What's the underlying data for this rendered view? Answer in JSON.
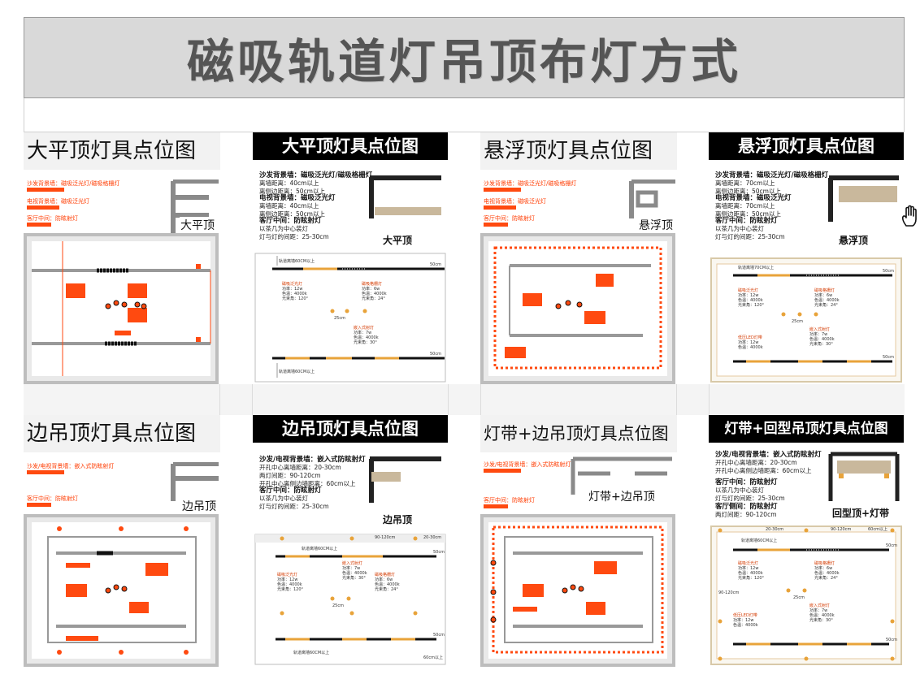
{
  "main_title": "磁吸轨道灯吊顶布灯方式",
  "colors": {
    "orange": "#ff4a10",
    "gold": "#e8a33a",
    "dark": "#1a1a1a",
    "gray": "#9a9a9a",
    "tan": "#c9b89c"
  },
  "panels": {
    "p1": {
      "title": "大平顶灯具点位图",
      "line1": "沙发背景墙：磁吸泛光灯/磁吸格栅灯",
      "line2": "电视背景墙：磁吸泛光灯",
      "line3": "客厅中间：防眩射灯",
      "ceiling": "大平顶"
    },
    "p2": {
      "title": "大平顶灯具点位图",
      "s1h": "沙发背景墙：磁吸泛光灯/磁吸格栅灯",
      "s1a": "离墙距离：40cm以上",
      "s1b": "离侧边距离：50cm以上",
      "s2h": "电视背景墙：磁吸泛光灯",
      "s2a": "离墙距离：40cm以上",
      "s2b": "离侧边距离：50cm以上",
      "s3h": "客厅中间：防眩射灯",
      "s3a": "以茶几为中心装灯",
      "s3b": "灯与灯的间距：25-30cm",
      "ceiling": "大平顶",
      "d1": "轨道离墙60CM以上",
      "d2": "轨道离墙60CM以上",
      "w50a": "50cm",
      "w50b": "50cm",
      "w25": "25cm",
      "la": "磁吸泛光灯",
      "laa": "功率：12w",
      "lab": "色温：4000k",
      "lac": "光束角：120°",
      "lb": "磁吸格栅灯",
      "lba": "功率：6w",
      "lbb": "色温：4000k",
      "lbc": "光束角：24°",
      "lc": "嵌入式射灯",
      "lca": "功率：7w",
      "lcb": "色温：4000k",
      "lcc": "光束角：30°"
    },
    "p3": {
      "title": "悬浮顶灯具点位图",
      "line1": "沙发背景墙：磁吸泛光灯/磁吸格栅灯",
      "line2": "电视背景墙：磁吸泛光灯",
      "line3": "客厅中间：防眩射灯",
      "ceiling": "悬浮顶"
    },
    "p4": {
      "title": "悬浮顶灯具点位图",
      "s1h": "沙发背景墙：磁吸泛光灯/磁吸格栅灯",
      "s1a": "离墙距离：70cm以上",
      "s1b": "离侧边距离：50cm以上",
      "s2h": "电视背景墙：磁吸泛光灯",
      "s2a": "离墙距离：70cm以上",
      "s2b": "离侧边距离：50cm以上",
      "s3h": "客厅中间：防眩射灯",
      "s3a": "以茶几为中心装灯",
      "s3b": "灯与灯的间距：25-30cm",
      "ceiling": "悬浮顶",
      "d1": "轨道离墙70CM以上",
      "w50a": "50cm",
      "w50b": "50cm",
      "w25": "25cm",
      "la": "磁吸泛光灯",
      "laa": "功率：12w",
      "lab": "色温：4000k",
      "lac": "光束角：120°",
      "lb": "磁吸格栅灯",
      "lba": "功率：6w",
      "lbb": "色温：4000k",
      "lbc": "光束角：24°",
      "lc": "嵌入式射灯",
      "lca": "功率：7w",
      "lcb": "色温：4000k",
      "lcc": "光束角：30°",
      "ld": "低压LED灯带",
      "lda": "功率：12w",
      "ldb": "色温：4000k"
    },
    "p5": {
      "title": "边吊顶灯具点位图",
      "line1": "沙发/电视背景墙：嵌入式防眩射灯",
      "line2": "客厅中间：防眩射灯",
      "ceiling": "边吊顶"
    },
    "p6": {
      "title": "边吊顶灯具点位图",
      "s1h": "沙发/电视背景墙：嵌入式防眩射灯",
      "s1a": "开孔中心离墙距离：20-30cm",
      "s1b": "两灯间距：90-120cm",
      "s1c": "开孔中心离侧边墙距离：60cm以上",
      "s3h": "客厅中间：防眩射灯",
      "s3a": "以茶几为中心装灯",
      "s3b": "灯与灯的间距：25-30cm",
      "ceiling": "边吊顶",
      "d1": "轨道离墙60CM以上",
      "d2": "轨道离墙60CM以上",
      "w90": "90-120cm",
      "w2030": "20-30cm",
      "w50a": "50cm",
      "w50b": "50cm",
      "w25": "25cm",
      "w60": "60cm以上",
      "la": "磁吸泛光灯",
      "laa": "功率：12w",
      "lab": "色温：4000k",
      "lac": "光束角：120°",
      "lb": "磁吸格栅灯",
      "lba": "功率：6w",
      "lbb": "色温：4000k",
      "lbc": "光束角：24°",
      "lc": "嵌入式射灯",
      "lca": "功率：7w",
      "lcb": "色温：4000k",
      "lcc": "光束角：30°"
    },
    "p7": {
      "title": "灯带+边吊顶灯具点位图",
      "line1": "沙发/电视背景墙：嵌入式防眩射灯",
      "line2": "客厅中间：防眩射灯",
      "ceiling": "灯带+边吊顶"
    },
    "p8": {
      "title": "灯带+回型吊顶灯具点位图",
      "s1h": "沙发/电视背景墙：嵌入式防眩射灯",
      "s1a": "开孔中心离墙距离：20-30cm",
      "s1b": "开孔中心离侧边墙距离：60cm以上",
      "s2h": "客厅中间：防眩射灯",
      "s2a": "以茶几为中心装灯",
      "s2b": "灯与灯的间距：25-30cm",
      "s3h": "客厅侧间：防眩射灯",
      "s3a": "两灯间距：90-120cm",
      "ceiling": "回型顶+灯带",
      "d1": "轨道离墙60CM以上",
      "w90": "90-120cm",
      "w2030": "20-30cm",
      "w60": "60cm以上",
      "w50a": "50cm",
      "w50b": "50cm",
      "w25": "25cm",
      "w90b": "90-120cm",
      "la": "磁吸泛光灯",
      "laa": "功率：12w",
      "lab": "色温：4000k",
      "lac": "光束角：120°",
      "lb": "磁吸格栅灯",
      "lba": "功率：6w",
      "lbb": "色温：4000k",
      "lbc": "光束角：24°",
      "lc": "嵌入式射灯",
      "lca": "功率：7w",
      "lcb": "色温：4000k",
      "lcc": "光束角：30°",
      "ld": "低压LED灯带",
      "lda": "功率：12w",
      "ldb": "色温：4000k"
    }
  }
}
